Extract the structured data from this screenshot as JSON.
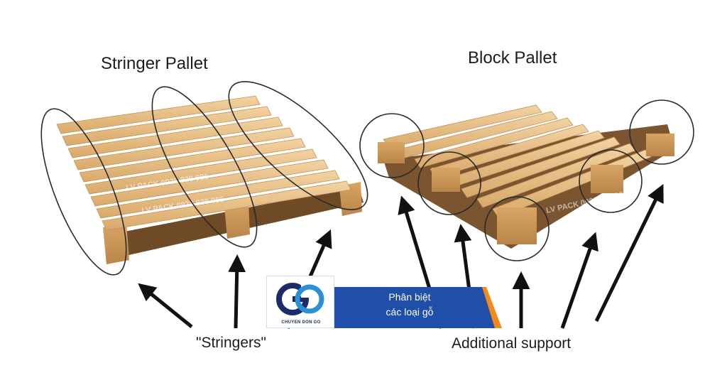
{
  "titles": {
    "left": "Stringer Pallet",
    "right": "Block Pallet"
  },
  "labels": {
    "stringers": "\"Stringers\"",
    "support": "Additional support"
  },
  "watermarks": {
    "line1": "LV PACK 0938 838 086",
    "line2": "LV PACK 0938 838 086",
    "line3": "LV PACK 0938 838 086"
  },
  "banner": {
    "logo_caption": "CHUYEN DON GO",
    "line1": "Phân biệt",
    "line2": "các loại gỗ"
  },
  "colors": {
    "wood_light": "#e9c48e",
    "wood_mid": "#d9a96a",
    "wood_dark": "#b98548",
    "banner_blue": "#1f4fa8",
    "banner_orange": "#f08a1c",
    "logo_navy": "#1d2b6b"
  }
}
